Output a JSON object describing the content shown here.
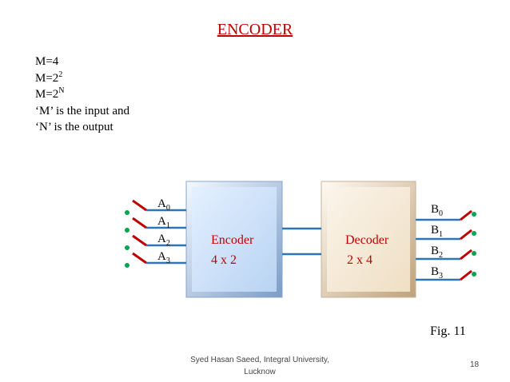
{
  "title": "ENCODER",
  "params": {
    "line1": "M=4",
    "line2_base": "M=2",
    "line2_exp": "2",
    "line3_base": "M=2",
    "line3_exp": "N",
    "line4": "‘M’ is the input and",
    "line5": "‘N’ is the output"
  },
  "encoder": {
    "name": "Encoder",
    "size": "4 x 2",
    "inputs": [
      {
        "base": "A",
        "sub": "0"
      },
      {
        "base": "A",
        "sub": "1"
      },
      {
        "base": "A",
        "sub": "2"
      },
      {
        "base": "A",
        "sub": "3"
      }
    ]
  },
  "decoder": {
    "name": "Decoder",
    "size": "2 x 4",
    "outputs": [
      {
        "base": "B",
        "sub": "0"
      },
      {
        "base": "B",
        "sub": "1"
      },
      {
        "base": "B",
        "sub": "2"
      },
      {
        "base": "B",
        "sub": "3"
      }
    ]
  },
  "figure_label": "Fig. 11",
  "footer": {
    "author": "Syed Hasan Saeed, Integral University, Lucknow",
    "page": "18"
  },
  "colors": {
    "title": "#c00000",
    "wire": "#2e75b6",
    "switch": "#c00000",
    "dot": "#00a650",
    "encoder_fill": "#cfe2f8",
    "decoder_fill": "#f6ecdc"
  }
}
